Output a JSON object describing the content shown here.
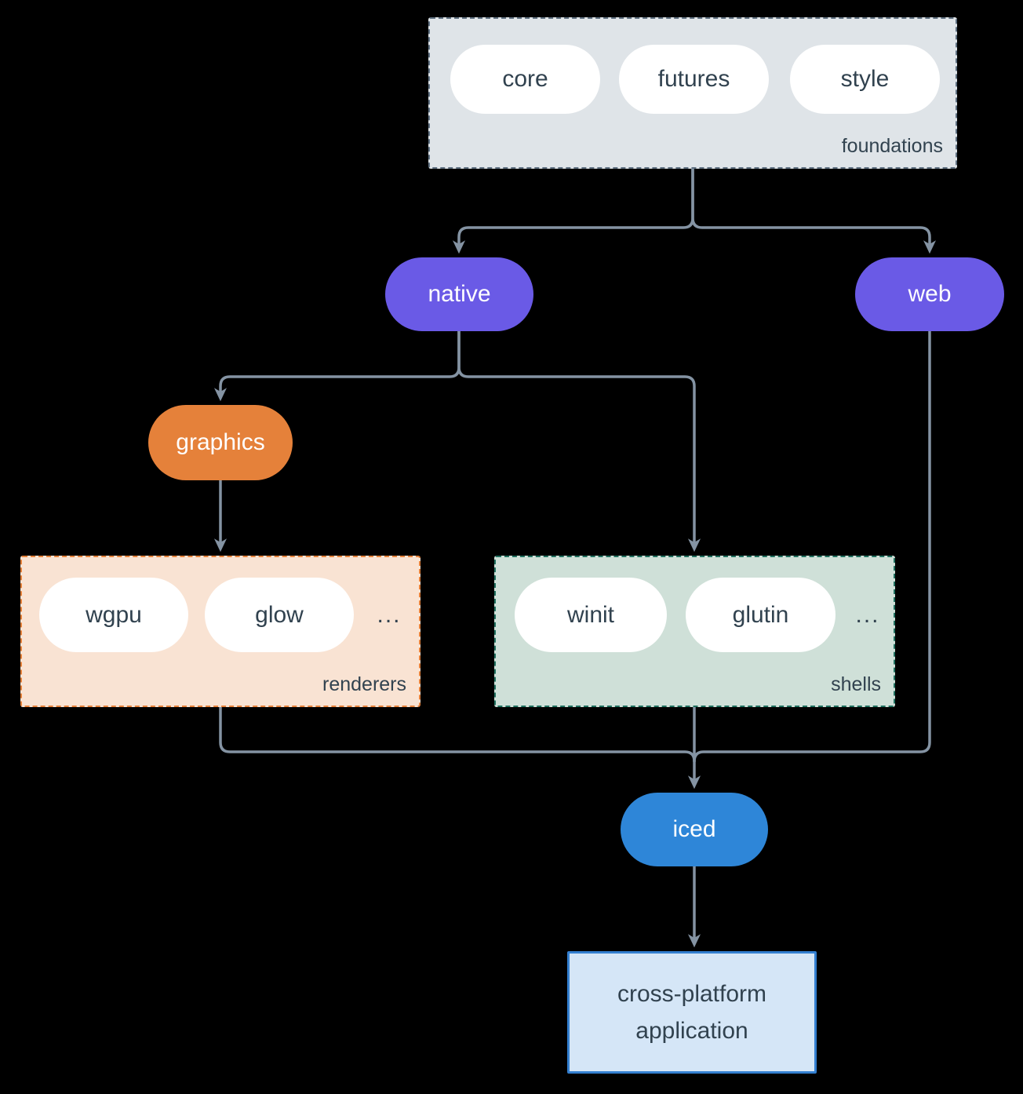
{
  "diagram": {
    "title_hint": "iced crate ecosystem diagram",
    "foundations": {
      "label": "foundations",
      "items": [
        "core",
        "futures",
        "style"
      ]
    },
    "nodes": {
      "native": "native",
      "web": "web",
      "graphics": "graphics",
      "iced": "iced",
      "application": "cross-platform application"
    },
    "renderers": {
      "label": "renderers",
      "items": [
        "wgpu",
        "glow"
      ],
      "ellipsis": "..."
    },
    "shells": {
      "label": "shells",
      "items": [
        "winit",
        "glutin"
      ],
      "ellipsis": "..."
    },
    "colors": {
      "background": "#000000",
      "connector": "#8493a3",
      "foundations_fill": "#dfe4e8",
      "foundations_border": "#5f7081",
      "renderers_fill": "#f9e3d3",
      "renderers_border": "#e5813a",
      "shells_fill": "#cfe0d8",
      "shells_border": "#20705f",
      "pill_purple": "#6a5ae6",
      "pill_orange": "#e5813a",
      "pill_blue": "#2e86d8",
      "pill_white": "#ffffff",
      "text_dark": "#31424f",
      "app_fill": "#d5e6f7",
      "app_border": "#337fd0"
    }
  }
}
